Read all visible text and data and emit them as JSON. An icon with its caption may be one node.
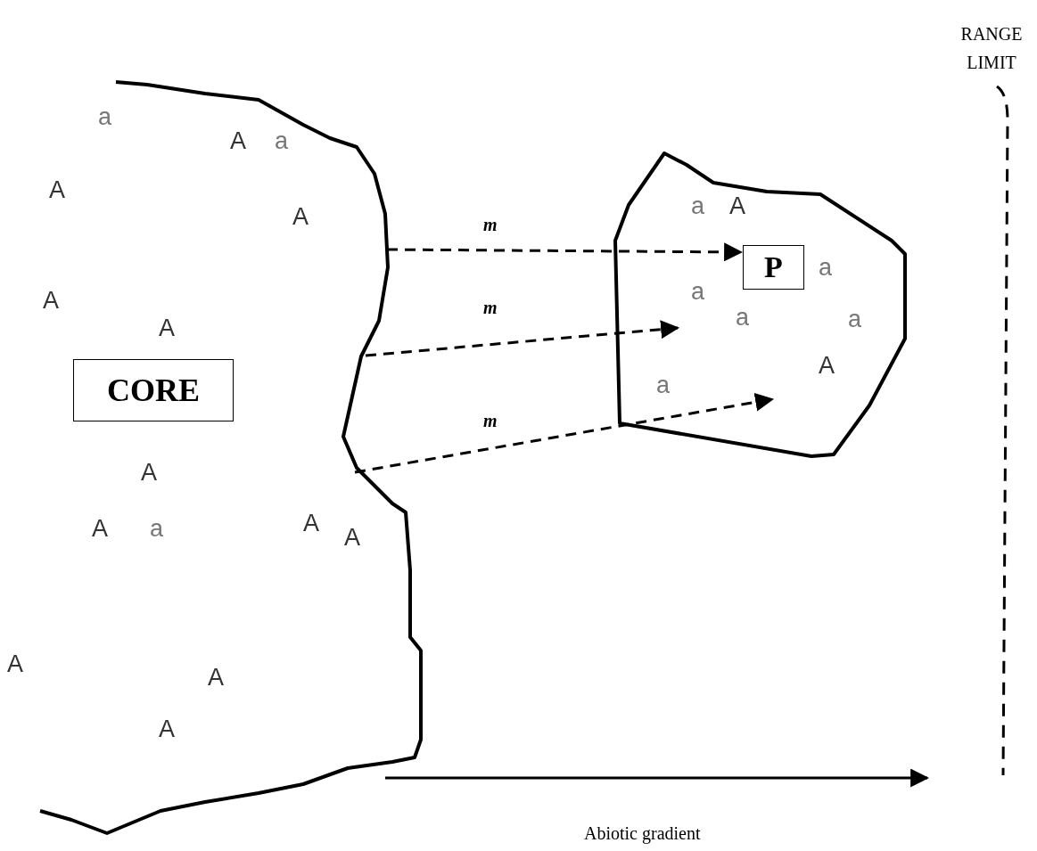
{
  "diagram": {
    "nodes": [
      {
        "text": [],
        "shape": "region"
      },
      {
        "text": [
          "CORE"
        ],
        "in": 0
      },
      {
        "text": [],
        "shape": "region"
      },
      {
        "text": [
          "P"
        ],
        "in": 2
      }
    ],
    "edges": [
      {
        "from": 0,
        "to": 3,
        "arrow": "to",
        "style": "dashed",
        "label": "m"
      },
      {
        "from": 0,
        "to": 2,
        "arrow": "to",
        "style": "dashed",
        "label": "m"
      },
      {
        "from": 0,
        "to": 2,
        "arrow": "to",
        "style": "dashed",
        "label": "m"
      }
    ],
    "labels": [
      "RANGE LIMIT",
      "a",
      "A",
      "a",
      "A",
      "A",
      "a",
      "A",
      "a",
      "A",
      "a",
      "A",
      "a",
      "a",
      "A",
      "a",
      "A",
      "A",
      "a",
      "A",
      "A",
      "A",
      "A",
      "A",
      "Abiotic gradient"
    ]
  }
}
